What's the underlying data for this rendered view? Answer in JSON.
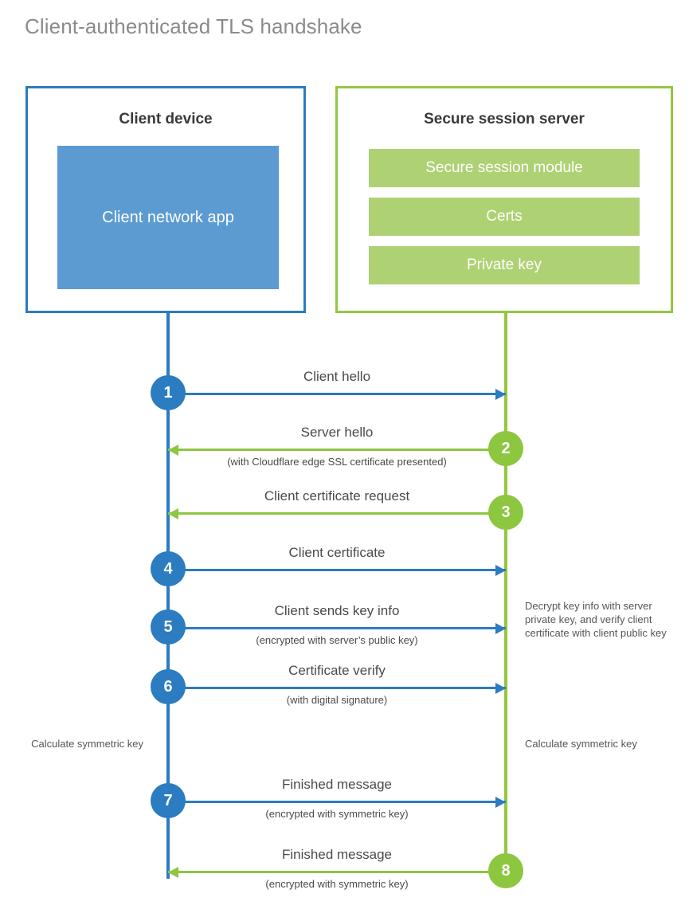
{
  "title": "Client-authenticated TLS handshake",
  "colors": {
    "client_blue": "#2b7cc0",
    "client_app_fill": "#5b9bd1",
    "server_green": "#93c83e",
    "server_module_fill": "#aed174",
    "arrow_green": "#8dc63f",
    "title_gray": "#8b8b8b",
    "text_gray": "#4a4a4a"
  },
  "client": {
    "title": "Client device",
    "app_label": "Client network app"
  },
  "server": {
    "title": "Secure session server",
    "modules": [
      "Secure session module",
      "Certs",
      "Private key"
    ]
  },
  "steps": [
    {
      "number": "1",
      "label": "Client hello",
      "sublabel": "",
      "direction": "right",
      "color": "blue"
    },
    {
      "number": "2",
      "label": "Server hello",
      "sublabel": "(with Cloudflare edge SSL certificate presented)",
      "direction": "left",
      "color": "green"
    },
    {
      "number": "3",
      "label": "Client certificate request",
      "sublabel": "",
      "direction": "left",
      "color": "green"
    },
    {
      "number": "4",
      "label": "Client certificate",
      "sublabel": "",
      "direction": "right",
      "color": "blue"
    },
    {
      "number": "5",
      "label": "Client sends key info",
      "sublabel": "(encrypted with server’s public key)",
      "direction": "right",
      "color": "blue"
    },
    {
      "number": "6",
      "label": "Certificate verify",
      "sublabel": "(with digital signature)",
      "direction": "right",
      "color": "blue"
    },
    {
      "number": "7",
      "label": "Finished message",
      "sublabel": "(encrypted with symmetric key)",
      "direction": "right",
      "color": "blue"
    },
    {
      "number": "8",
      "label": "Finished message",
      "sublabel": "(encrypted with symmetric key)",
      "direction": "left",
      "color": "green"
    }
  ],
  "notes": {
    "server_decrypt": "Decrypt key info with server private key, and verify client certificate with client public key",
    "client_calc": "Calculate symmetric key",
    "server_calc": "Calculate symmetric key"
  }
}
